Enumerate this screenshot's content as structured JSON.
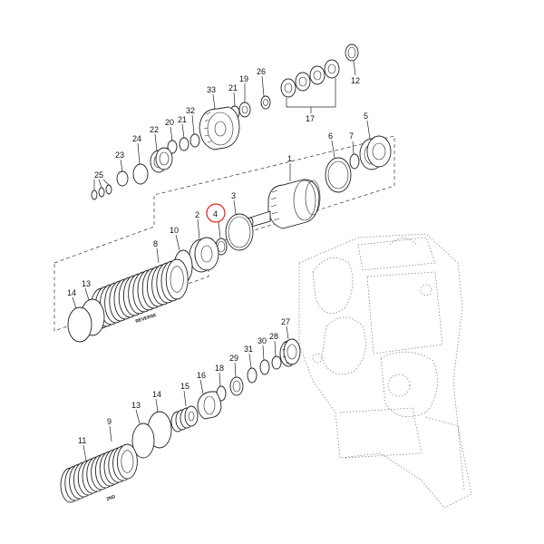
{
  "diagram": {
    "highlight_color": "#e0211b",
    "parts": [
      {
        "id": "p1",
        "label": "1"
      },
      {
        "id": "p2",
        "label": "2"
      },
      {
        "id": "p3",
        "label": "3"
      },
      {
        "id": "p4",
        "label": "4"
      },
      {
        "id": "p5",
        "label": "5"
      },
      {
        "id": "p6",
        "label": "6"
      },
      {
        "id": "p7",
        "label": "7"
      },
      {
        "id": "p8",
        "label": "8"
      },
      {
        "id": "p9",
        "label": "9"
      },
      {
        "id": "p10",
        "label": "10"
      },
      {
        "id": "p11",
        "label": "11"
      },
      {
        "id": "p12",
        "label": "12"
      },
      {
        "id": "p13a",
        "label": "13"
      },
      {
        "id": "p13b",
        "label": "13"
      },
      {
        "id": "p14a",
        "label": "14"
      },
      {
        "id": "p14b",
        "label": "14"
      },
      {
        "id": "p15",
        "label": "15"
      },
      {
        "id": "p16",
        "label": "16"
      },
      {
        "id": "p17",
        "label": "17"
      },
      {
        "id": "p18",
        "label": "18"
      },
      {
        "id": "p19",
        "label": "19"
      },
      {
        "id": "p20",
        "label": "20"
      },
      {
        "id": "p21a",
        "label": "21"
      },
      {
        "id": "p21b",
        "label": "21"
      },
      {
        "id": "p22",
        "label": "22"
      },
      {
        "id": "p23",
        "label": "23"
      },
      {
        "id": "p24",
        "label": "24"
      },
      {
        "id": "p25",
        "label": "25"
      },
      {
        "id": "p26",
        "label": "26"
      },
      {
        "id": "p27",
        "label": "27"
      },
      {
        "id": "p28",
        "label": "28"
      },
      {
        "id": "p29",
        "label": "29"
      },
      {
        "id": "p30",
        "label": "30"
      },
      {
        "id": "p31",
        "label": "31"
      },
      {
        "id": "p32",
        "label": "32"
      },
      {
        "id": "p33",
        "label": "33"
      }
    ],
    "stack_labels": {
      "reverse": "REVERSE",
      "second": "2ND"
    }
  }
}
